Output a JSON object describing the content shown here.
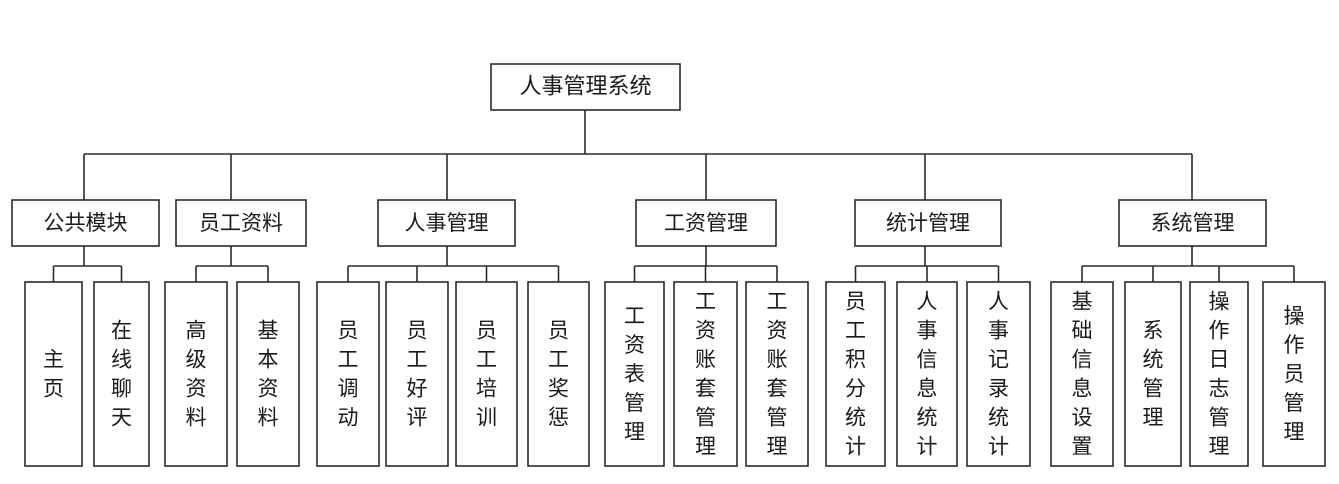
{
  "diagram": {
    "root": "人事管理系统",
    "modules": [
      {
        "name": "公共模块",
        "children": [
          "主页",
          "在线聊天"
        ]
      },
      {
        "name": "员工资料",
        "children": [
          "高级资料",
          "基本资料"
        ]
      },
      {
        "name": "人事管理",
        "children": [
          "员工调动",
          "员工好评",
          "员工培训",
          "员工奖惩"
        ]
      },
      {
        "name": "工资管理",
        "children": [
          "工资表管理",
          "工资账套管理",
          "工资账套管理"
        ]
      },
      {
        "name": "统计管理",
        "children": [
          "员工积分统计",
          "人事信息统计",
          "人事记录统计"
        ]
      },
      {
        "name": "系统管理",
        "children": [
          "基础信息设置",
          "系统管理",
          "操作日志管理",
          "操作员管理"
        ]
      }
    ]
  }
}
